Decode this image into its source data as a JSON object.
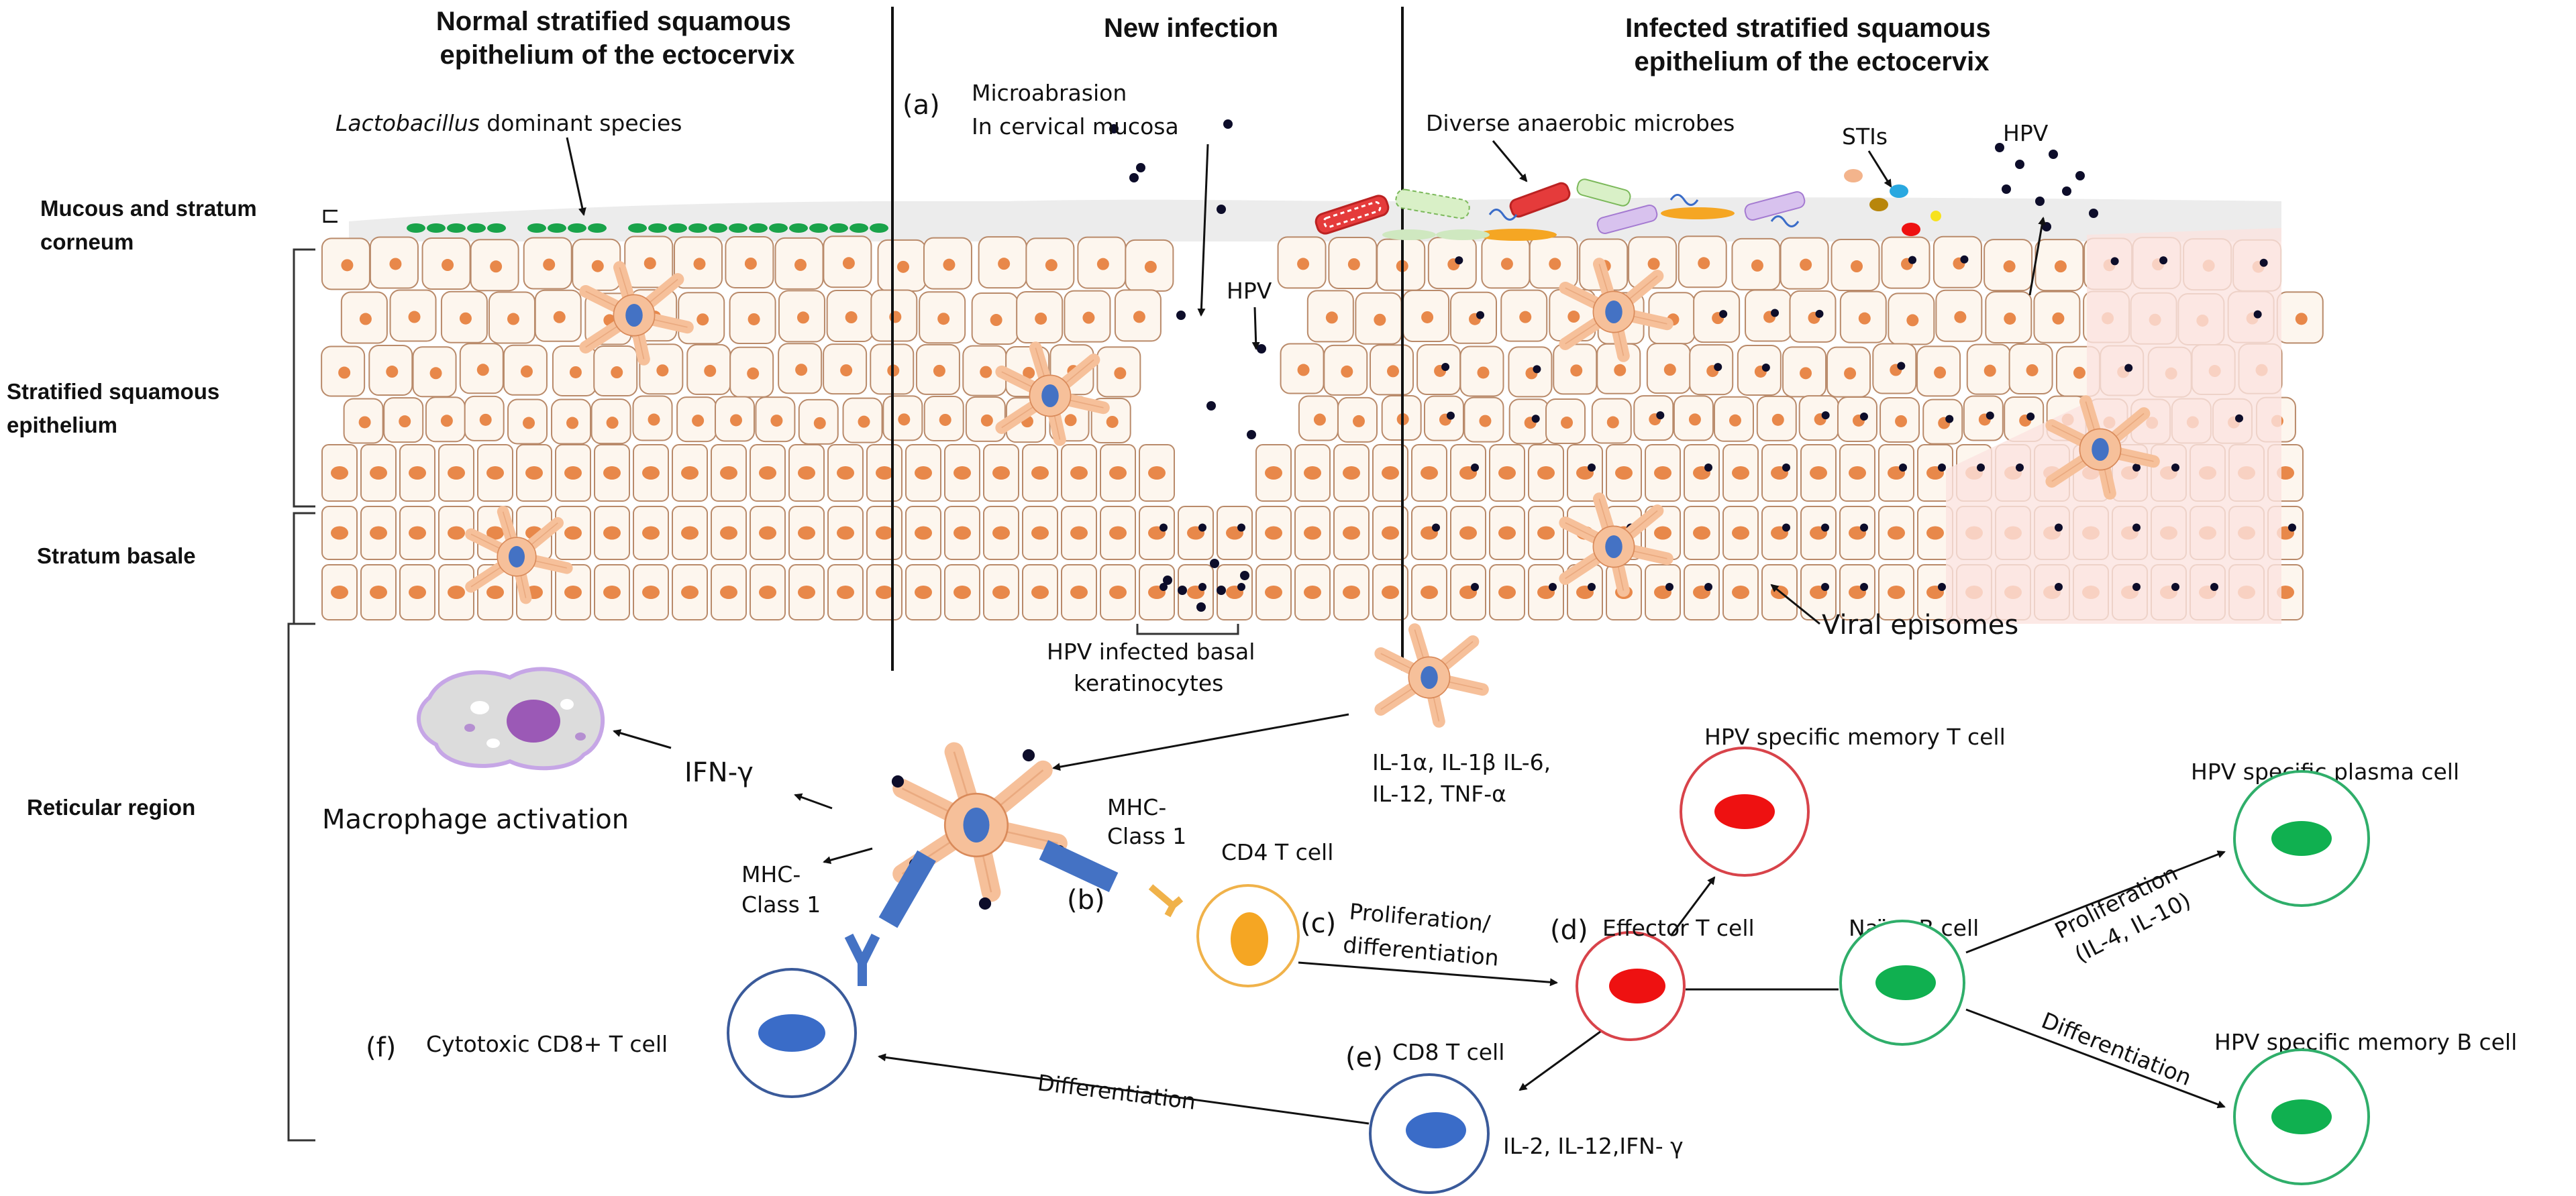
{
  "headers": {
    "normal": [
      "Normal stratified squamous",
      "epithelium of the ectocervix"
    ],
    "new_infection": "New infection",
    "infected": [
      "Infected stratified squamous",
      "epithelium of the ectocervix"
    ]
  },
  "layers": {
    "mucous": [
      "Mucous and stratum",
      "corneum"
    ],
    "stratified": [
      "Stratified squamous",
      "epithelium"
    ],
    "basale": "Stratum basale",
    "reticular": "Reticular region"
  },
  "annotations": {
    "lactobacillus_italic": "Lactobacillus",
    "lactobacillus_rest": " dominant species",
    "step_a": "(a)",
    "microabrasion": [
      "Microabrasion",
      "In cervical mucosa"
    ],
    "hpv_center": "HPV",
    "diverse_microbes": "Diverse anaerobic microbes",
    "stis": "STIs",
    "hpv_right": "HPV",
    "viral_episomes": "Viral episomes",
    "hpv_basal": [
      "HPV infected basal",
      "keratinocytes"
    ],
    "cytokines_top": [
      "IL-1α, IL-1β IL-6,",
      "IL-12, TNF-α"
    ],
    "ifn_gamma": "IFN-γ",
    "macrophage_activation": "Macrophage activation",
    "mhc_right": [
      "MHC-",
      "Class 1"
    ],
    "mhc_left": [
      "MHC-",
      "Class 1"
    ],
    "step_b": "(b)",
    "cd4": "CD4 T cell",
    "step_c": "(c)",
    "prolif_diff": [
      "Proliferation/",
      "differentiation"
    ],
    "step_d": "(d)",
    "effector": "Effector T cell",
    "memory_t": "HPV specific memory  T cell",
    "naive_b": "Naïve B cell",
    "prolif_b": [
      "Proliferation",
      "(IL-4, IL-10)"
    ],
    "differentiation_b": "Differentiation",
    "plasma": "HPV specific plasma cell",
    "memory_b": "HPV specific memory  B cell",
    "step_e": "(e)",
    "cd8": "CD8 T cell",
    "cytokines_bottom": "IL-2, IL-12,IFN- γ",
    "differentiation_cd8": "Differentiation",
    "step_f": "(f)",
    "cytotoxic": "Cytotoxic CD8+ T cell"
  },
  "colors": {
    "cell_fill": "#fdf6ee",
    "cell_stroke": "#b98a6a",
    "nucleus": "#e8884a",
    "dendritic": "#f6c09a",
    "dendritic_stroke": "#d98a5a",
    "dendritic_nucleus": "#4472c4",
    "hpv": "#0d0d2a",
    "lacto": "#19a34a",
    "red_cell": "#ee1111",
    "green_cell": "#10b050",
    "blue_cell": "#3a6cc8",
    "mhc": "#4472c4",
    "tcr": "#f0b24a",
    "macrophage": "#9b59b6",
    "infected_tint": "#fbe4e0"
  }
}
